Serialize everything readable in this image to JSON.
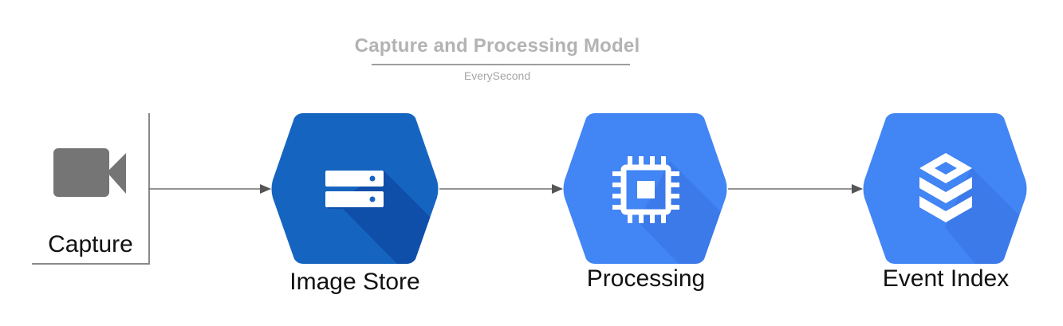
{
  "diagram": {
    "title": "Capture and Processing Model",
    "subtitle": "EverySecond",
    "nodes": [
      {
        "id": "capture",
        "label": "Capture",
        "icon": "video-camera-icon",
        "color": "#757575"
      },
      {
        "id": "image-store",
        "label": "Image Store",
        "icon": "storage-icon",
        "color": "#1565c0"
      },
      {
        "id": "processing",
        "label": "Processing",
        "icon": "cpu-chip-icon",
        "color": "#4285f4"
      },
      {
        "id": "event-index",
        "label": "Event Index",
        "icon": "layered-database-icon",
        "color": "#4285f4"
      }
    ],
    "edges": [
      {
        "from": "capture",
        "to": "image-store"
      },
      {
        "from": "image-store",
        "to": "processing"
      },
      {
        "from": "processing",
        "to": "event-index"
      }
    ],
    "colors": {
      "title": "#b3b3b3",
      "arrow": "#555555",
      "hex_dark": "#1565c0",
      "hex_light": "#4285f4",
      "shadow_dark": "#0d47a1",
      "shadow_light": "#3b78e7",
      "icon": "#ffffff",
      "camera": "#757575"
    }
  }
}
